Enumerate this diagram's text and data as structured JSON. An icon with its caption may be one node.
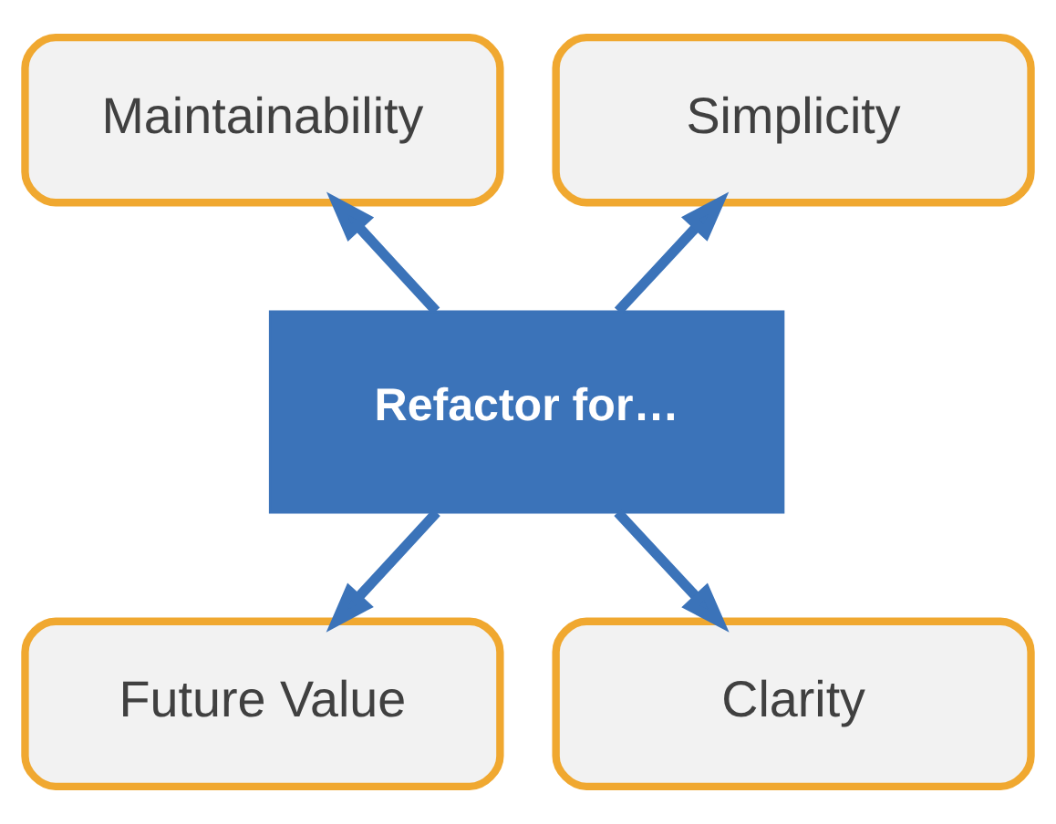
{
  "diagram": {
    "nodes": [
      {
        "text": [
          "Maintainability"
        ]
      },
      {
        "text": [
          "Simplicity"
        ]
      },
      {
        "text": [
          "Refactor for…"
        ]
      },
      {
        "text": [
          "Future Value"
        ]
      },
      {
        "text": [
          "Clarity"
        ]
      }
    ],
    "edges": [
      {
        "from": 2,
        "to": 0,
        "arrow": "to"
      },
      {
        "from": 2,
        "to": 1,
        "arrow": "to"
      },
      {
        "from": 2,
        "to": 3,
        "arrow": "to"
      },
      {
        "from": 2,
        "to": 4,
        "arrow": "to"
      }
    ]
  }
}
